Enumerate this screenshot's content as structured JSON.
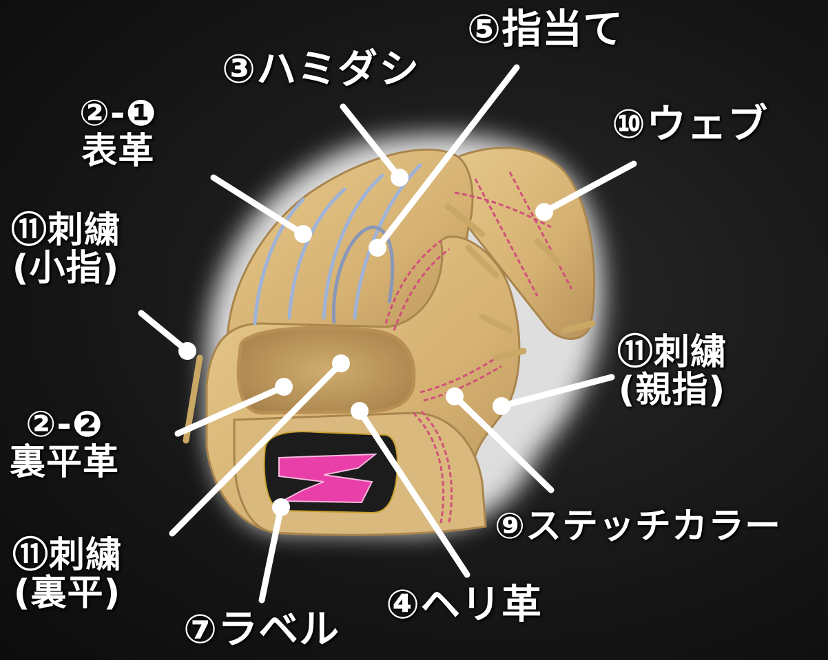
{
  "diagram": {
    "subject": "baseball glove parts",
    "colors": {
      "background": "#141414",
      "leather": "#d8b878",
      "leather_dark": "#b8945a",
      "stitch": "#d0507a",
      "emboss_stripe": "#9fb3d8",
      "logo_fill": "#e83fa8",
      "logo_border": "#1a1a1a",
      "logo_outline": "#c8a030",
      "leader_line": "#ffffff"
    },
    "labels": [
      {
        "id": "label-5",
        "text": "⑤指当て"
      },
      {
        "id": "label-3",
        "text": "③ハミダシ"
      },
      {
        "id": "label-2-1",
        "line1": "②-❶",
        "line2": "表革"
      },
      {
        "id": "label-10",
        "text": "⑩ウェブ"
      },
      {
        "id": "label-11-pinky",
        "line1": "⑪刺繍",
        "line2": "(小指)"
      },
      {
        "id": "label-11-thumb",
        "line1": "⑪刺繍",
        "line2": "(親指)"
      },
      {
        "id": "label-2-2",
        "line1": "②-❷",
        "line2": "裏平革"
      },
      {
        "id": "label-9",
        "text": "⑨ステッチカラー"
      },
      {
        "id": "label-11-back",
        "line1": "⑪刺繍",
        "line2": "(裏平)"
      },
      {
        "id": "label-4",
        "text": "④ヘリ革"
      },
      {
        "id": "label-7",
        "text": "⑦ラベル"
      }
    ]
  }
}
